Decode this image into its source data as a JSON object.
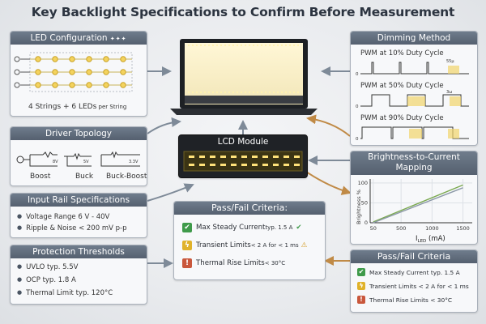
{
  "title": "Key Backlight Specifications to Confirm Before Measurement",
  "led_config": {
    "header": "LED Configuration",
    "caption_main": "4 Strings + 6 LEDs",
    "caption_small": " per String"
  },
  "driver": {
    "header": "Driver Topology",
    "labels": [
      "Boost",
      "Buck",
      "Buck-Boost"
    ],
    "v_labels": [
      "8V",
      "5V",
      "3.3V"
    ]
  },
  "input_rail": {
    "header": "Input Rail Specifications",
    "items": [
      "Voltage Range  6 V - 40V",
      "Ripple & Noise < 200 mV p-p"
    ]
  },
  "protection": {
    "header": "Protection Thresholds",
    "items": [
      "UVLO  typ. 5.5V",
      "OCP  typ. 1.8 A",
      "Thermal Limit  typ. 120°C"
    ]
  },
  "lcd_module": {
    "header": "LCD Module"
  },
  "pass_fail_center": {
    "header": "Pass/Fail Criteria:",
    "rows": [
      {
        "main": "Max Steady Current",
        "sub": " typ. 1.5 A",
        "icon": "✔",
        "color": "#3f9a4a",
        "tail": "✔"
      },
      {
        "main": "Transient Limits",
        "sub": " < 2 A for < 1 ms",
        "icon": "ϟ",
        "color": "#e0b22a",
        "tail": "⚠"
      },
      {
        "main": "Thermal Rise Limits",
        "sub": " < 30°C",
        "icon": "!",
        "color": "#c9573c",
        "tail": ""
      }
    ]
  },
  "dimming": {
    "header": "Dimming Method",
    "rows": [
      "PWM at 10% Duty Cycle",
      "PWM at 50% Duty Cycle",
      "PWM at 90% Duty Cycle"
    ],
    "tags": [
      "55μ",
      "3ω",
      ""
    ],
    "zero": "0"
  },
  "brightness": {
    "header": "Brightness-to-Current Mapping",
    "ylabel": "Brightness %",
    "xlabel_main": "I",
    "xlabel_sub": "LED",
    "xlabel_unit": " (mA)",
    "yticks": [
      "100",
      "50",
      "0"
    ],
    "xticks": [
      "50",
      "500",
      "1000",
      "1500"
    ]
  },
  "pass_fail_right": {
    "header": "Pass/Fail Criteria",
    "rows": [
      {
        "text": "Max Steady Current typ. 1.5 A",
        "color": "#3f9a4a",
        "icon": "✔"
      },
      {
        "text": "Transient Limits < 2 A for < 1 ms",
        "color": "#e0b22a",
        "icon": "ϟ"
      },
      {
        "text": "Thermal Rise Limits < 30°C",
        "color": "#c9573c",
        "icon": "!"
      }
    ]
  },
  "chart_data": {
    "type": "line",
    "title": "Brightness-to-Current Mapping",
    "xlabel": "ILED (mA)",
    "ylabel": "Brightness %",
    "x": [
      50,
      1500
    ],
    "series": [
      {
        "values": [
          2,
          95
        ]
      },
      {
        "values": [
          0,
          88
        ]
      }
    ],
    "xlim": [
      0,
      1650
    ],
    "ylim": [
      0,
      110
    ],
    "xticks": [
      50,
      500,
      1000,
      1500
    ],
    "yticks": [
      0,
      50,
      100
    ]
  }
}
